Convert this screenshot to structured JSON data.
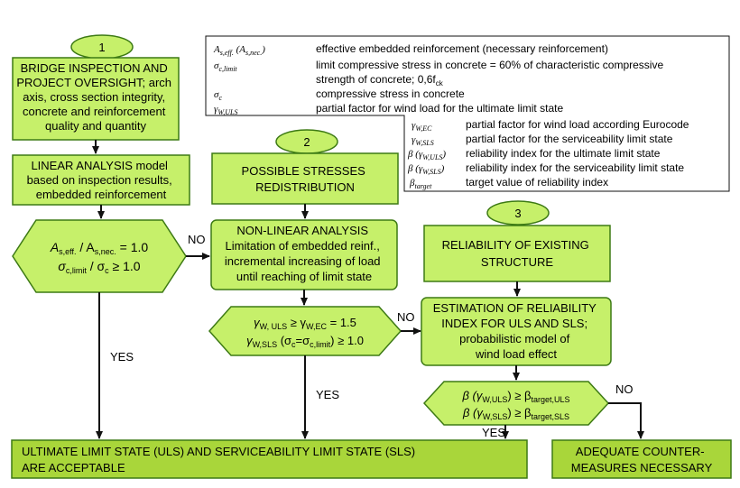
{
  "steps": {
    "s1": "1",
    "s2": "2",
    "s3": "3"
  },
  "box_inspection": [
    "BRIDGE INSPECTION AND",
    "PROJECT OVERSIGHT; arch",
    "axis, cross section integrity,",
    "concrete and reinforcement",
    "quality and quantity"
  ],
  "box_linear": [
    "LINEAR ANALYSIS model",
    "based on inspection results,",
    "embedded reinforcement"
  ],
  "decision1": [
    "A",
    "s,eff.",
    " / A",
    "s,nec.",
    " = 1.0",
    "σ",
    "c,limit",
    " / σ",
    "c",
    " ≥ 1.0"
  ],
  "box_redistribution": [
    "POSSIBLE STRESSES",
    "REDISTRIBUTION"
  ],
  "box_nonlinear": [
    "NON-LINEAR ANALYSIS",
    "Limitation of embedded reinf.,",
    "incremental increasing of load",
    "until reaching of limit state"
  ],
  "decision2": {
    "line1_a": "γ",
    "line1_a_sub": "W, ULS",
    "line1_b": " ≥ γ",
    "line1_b_sub": "W,EC",
    "line1_c": " = 1.5",
    "line2_a": "γ",
    "line2_a_sub": "W,SLS",
    "line2_b": " (σ",
    "line2_b_sub": "c",
    "line2_c": "=σ",
    "line2_c_sub": "c,limit",
    "line2_d": ") ≥ 1.0"
  },
  "box_reliability": [
    "RELIABILITY OF EXISTING",
    "STRUCTURE"
  ],
  "box_estimation": [
    "ESTIMATION OF RELIABILITY",
    "INDEX FOR ULS AND SLS;",
    "probabilistic model of",
    "wind load effect"
  ],
  "decision3": {
    "l1a": "β (γ",
    "l1a_sub": "W,ULS",
    "l1b": ") ≥ β",
    "l1b_sub": "target,ULS",
    "l2a": "β (γ",
    "l2a_sub": "W,SLS",
    "l2b": ") ≥ β",
    "l2b_sub": "target,SLS"
  },
  "box_acceptable": [
    "ULTIMATE LIMIT STATE (ULS) AND SERVICEABILITY LIMIT STATE (SLS)",
    "ARE ACCEPTABLE"
  ],
  "box_counter": [
    "ADEQUATE COUNTER-",
    "MEASURES NECESSARY"
  ],
  "labels": {
    "no1": "NO",
    "no2": "NO",
    "no3": "NO",
    "yes1": "YES",
    "yes2": "YES",
    "yes3": "YES"
  },
  "legend": [
    {
      "sym": "A",
      "sub": "s,eff.",
      "sym2": " (A",
      "sub2": "s,nec.",
      "sym3": ")",
      "text": "effective embedded reinforcement (necessary reinforcement)"
    },
    {
      "sym": "σ",
      "sub": "c,limit",
      "text": "limit compressive stress in concrete = 60% of characteristic compressive",
      "text2": "strength of concrete; 0,6f",
      "text2_sub": "ck"
    },
    {
      "sym": "σ",
      "sub": "c",
      "text": "compressive stress in concrete"
    },
    {
      "sym": "γ",
      "sub": "W,ULS",
      "text": "partial factor for wind load for the ultimate limit state"
    },
    {
      "sym": "γ",
      "sub": "W,EC",
      "text": "partial factor for wind load according Eurocode"
    },
    {
      "sym": "γ",
      "sub": "W,SLS",
      "text": "partial factor for the serviceability limit state"
    },
    {
      "sym": "β (γ",
      "sub": "W,ULS",
      "sym3": ")",
      "text": "reliability index for the ultimate limit state"
    },
    {
      "sym": "β (γ",
      "sub": "W,SLS",
      "sym3": ")",
      "text": "reliability index for the serviceability limit state"
    },
    {
      "sym": "β",
      "sub": "target",
      "text": "target value of reliability index"
    }
  ]
}
